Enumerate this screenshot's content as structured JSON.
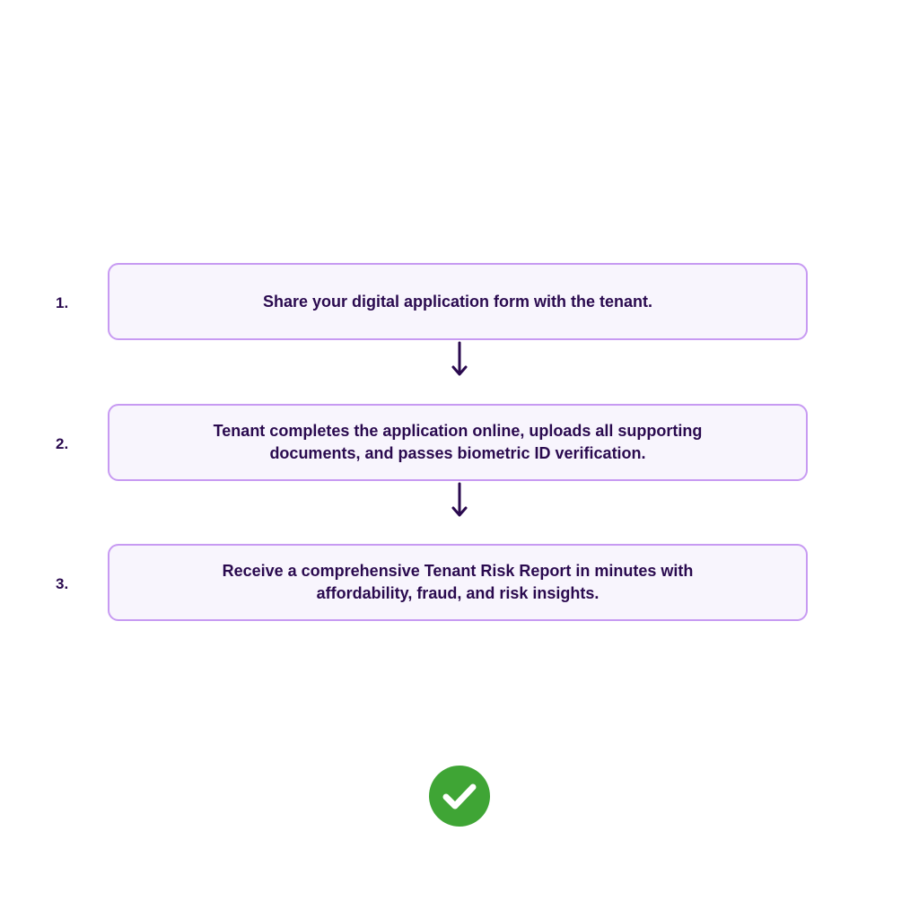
{
  "steps": [
    {
      "number": "1.",
      "text": "Share your digital application form with the tenant."
    },
    {
      "number": "2.",
      "text": "Tenant completes the application online, uploads all supporting documents, and passes biometric ID verification."
    },
    {
      "number": "3.",
      "text": "Receive a comprehensive Tenant Risk Report in minutes with affordability, fraud, and risk insights."
    }
  ],
  "colors": {
    "text": "#2a0a4f",
    "box_border": "#c79af2",
    "box_fill": "#f8f5fd",
    "arrow": "#2a0a4f",
    "check_fill": "#3fa535"
  },
  "icons": {
    "arrow": "arrow-down-icon",
    "completion": "checkmark-icon"
  }
}
